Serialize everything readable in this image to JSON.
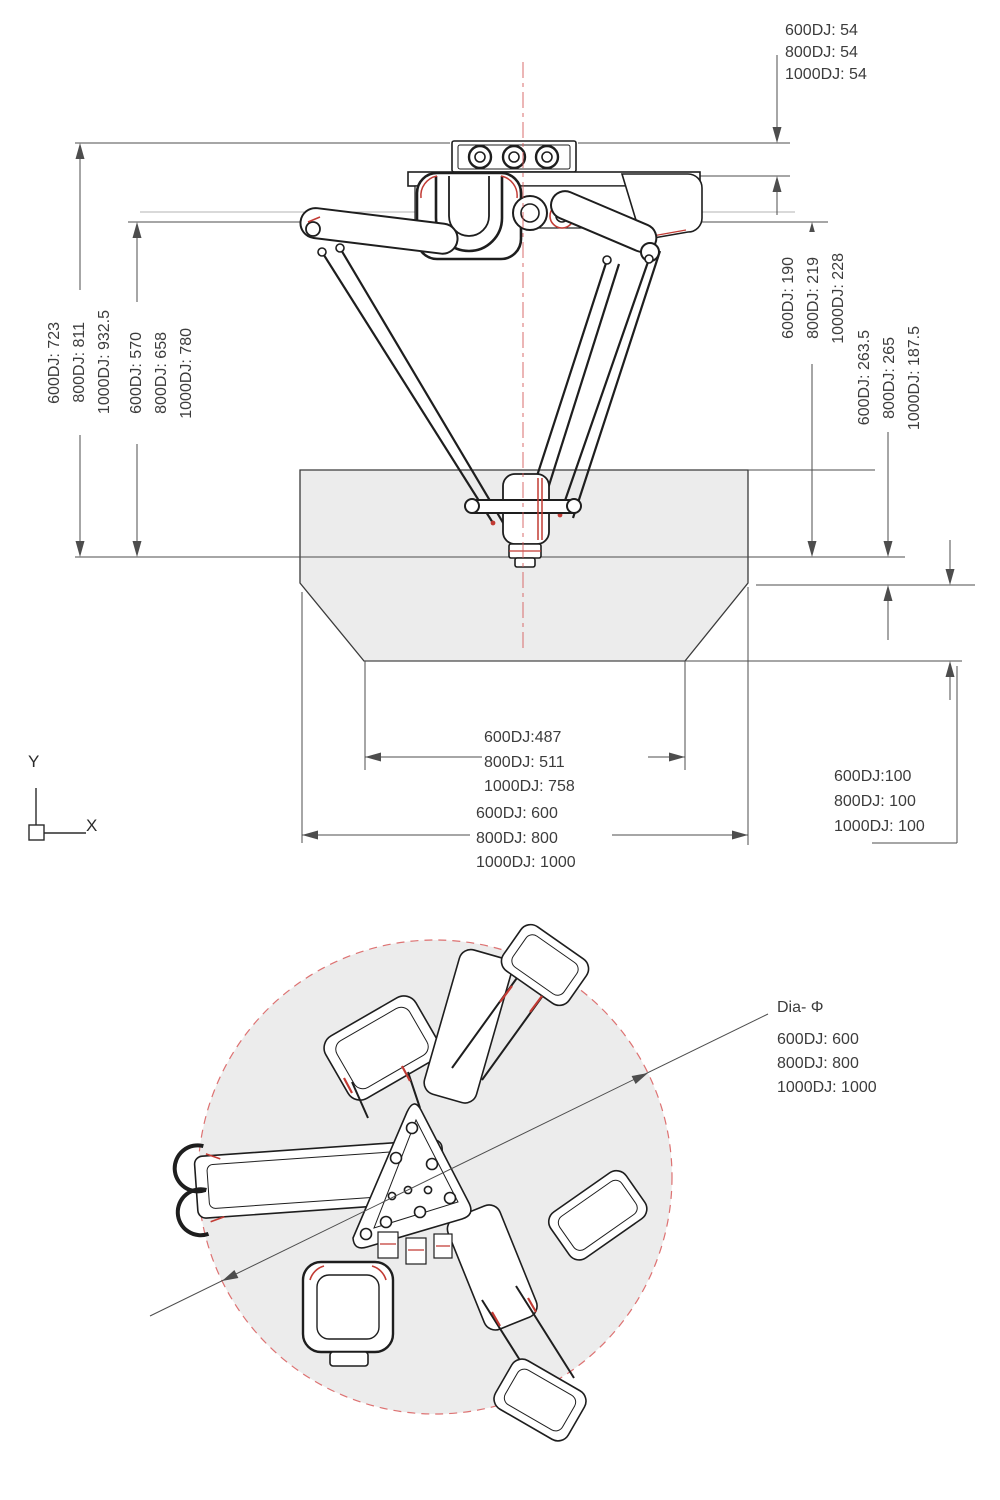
{
  "front_view": {
    "dim_flange_thickness": {
      "rows": [
        "600DJ: 54",
        "800DJ: 54",
        "1000DJ: 54"
      ]
    },
    "dim_overall_height": {
      "rows": [
        "600DJ: 723",
        "800DJ: 811",
        "1000DJ: 932.5"
      ]
    },
    "dim_arm_height": {
      "rows": [
        "600DJ: 570",
        "800DJ: 658",
        "1000DJ: 780"
      ]
    },
    "dim_stroke_upper": {
      "rows": [
        "600DJ: 190",
        "800DJ: 219",
        "1000DJ: 228"
      ]
    },
    "dim_stroke_lower": {
      "rows": [
        "600DJ: 263.5",
        "800DJ: 265",
        "1000DJ: 187.5"
      ]
    },
    "dim_envelope_inner_width": {
      "rows": [
        "600DJ:487",
        "800DJ: 511",
        "1000DJ: 758"
      ]
    },
    "dim_envelope_outer_width": {
      "rows": [
        "600DJ: 600",
        "800DJ: 800",
        "1000DJ: 1000"
      ]
    },
    "dim_lower_depth": {
      "rows": [
        "600DJ:100",
        "800DJ: 100",
        "1000DJ: 100"
      ]
    },
    "axis_indicator": {
      "x_label": "X",
      "y_label": "Y"
    }
  },
  "top_view": {
    "diameter_label": {
      "title": "Dia- Φ",
      "rows": [
        "600DJ: 600",
        "800DJ: 800",
        "1000DJ: 1000"
      ]
    }
  },
  "colors": {
    "outline": "#1e1e1e",
    "dimension": "#4d4d4d",
    "red_accent": "#c23b34",
    "pink_dash": "#dd7272",
    "envelope_fill": "#ececec",
    "text": "#3c3c3c"
  }
}
